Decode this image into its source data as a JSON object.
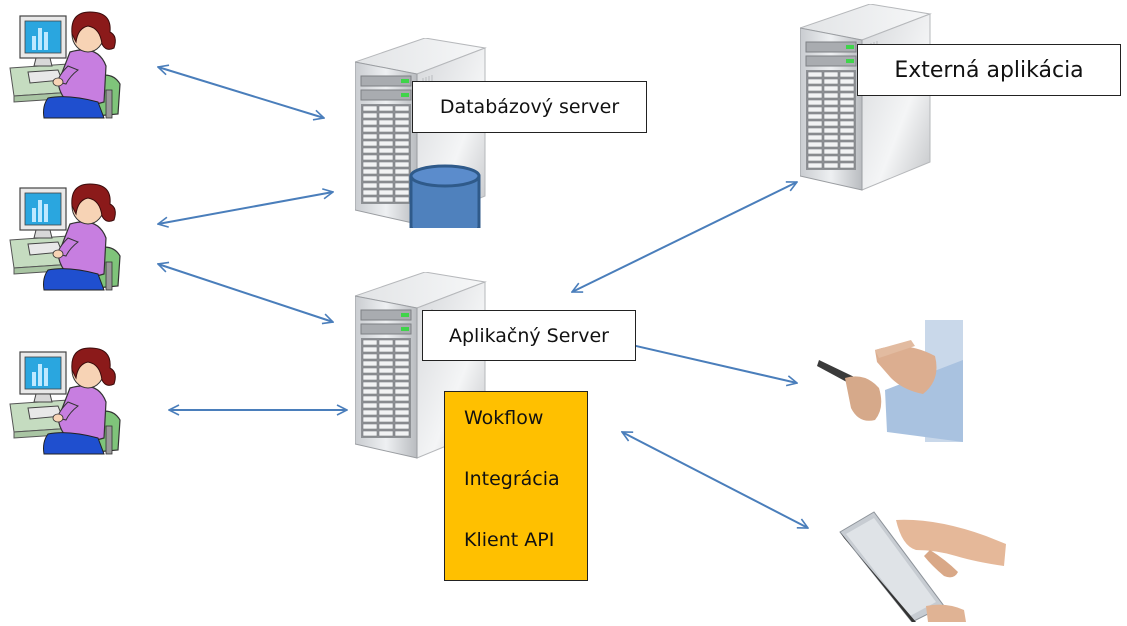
{
  "diagram": {
    "nodes": {
      "database_server": {
        "label": "Databázový server",
        "icon": "server-tower-with-database-icon"
      },
      "application_server": {
        "label": "Aplikačný Server",
        "icon": "server-tower-icon"
      },
      "external_application": {
        "label": "Externá  aplikácia",
        "icon": "server-tower-icon"
      },
      "modules": {
        "items": [
          "Wokflow",
          "Integrácia",
          "Klient API"
        ],
        "color": "#ffc000"
      },
      "clients": [
        {
          "icon": "user-at-computer-icon"
        },
        {
          "icon": "user-at-computer-icon"
        },
        {
          "icon": "user-at-computer-icon"
        }
      ],
      "mobile_devices": [
        {
          "icon": "smartphone-in-hands-icon"
        },
        {
          "icon": "tablet-in-hands-icon"
        }
      ]
    },
    "edges": [
      {
        "from": "client-1",
        "to": "database_server",
        "type": "bidirectional"
      },
      {
        "from": "client-2",
        "to": "database_server",
        "type": "bidirectional"
      },
      {
        "from": "client-2",
        "to": "application_server",
        "type": "bidirectional"
      },
      {
        "from": "client-3",
        "to": "application_server",
        "type": "bidirectional"
      },
      {
        "from": "application_server",
        "to": "external_application",
        "type": "bidirectional"
      },
      {
        "from": "application_server",
        "to": "smartphone",
        "type": "bidirectional"
      },
      {
        "from": "application_server",
        "to": "tablet",
        "type": "bidirectional"
      }
    ],
    "arrow_color": "#4a7ebb"
  }
}
